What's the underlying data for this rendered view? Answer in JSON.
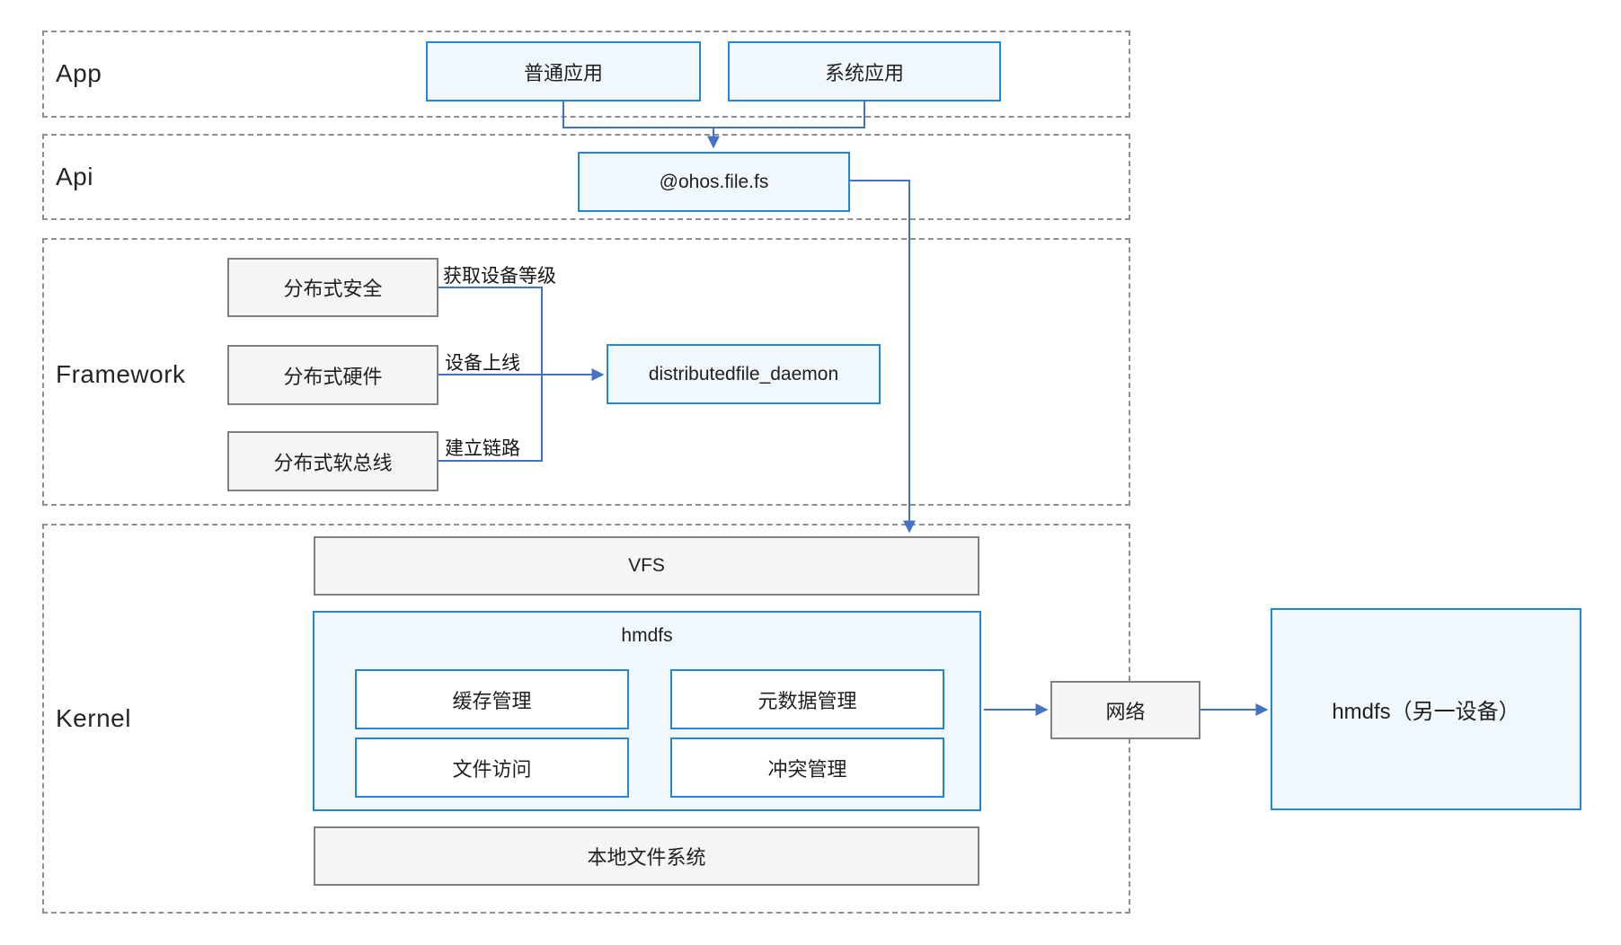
{
  "diagram": {
    "layers": {
      "app": "App",
      "api": "Api",
      "framework": "Framework",
      "kernel": "Kernel"
    },
    "nodes": {
      "ordinary_app": "普通应用",
      "system_app": "系统应用",
      "api_module": "@ohos.file.fs",
      "dist_security": "分布式安全",
      "dist_hardware": "分布式硬件",
      "dist_softbus": "分布式软总线",
      "daemon": "distributedfile_daemon",
      "vfs": "VFS",
      "hmdfs": "hmdfs",
      "cache_mgmt": "缓存管理",
      "meta_mgmt": "元数据管理",
      "file_access": "文件访问",
      "conflict_mgmt": "冲突管理",
      "local_fs": "本地文件系统",
      "network": "网络",
      "hmdfs_remote": "hmdfs（另一设备）"
    },
    "edge_labels": {
      "get_device_level": "获取设备等级",
      "device_online": "设备上线",
      "establish_link": "建立链路"
    },
    "colors": {
      "node_border_blue": "#2287d7",
      "node_fill_blue": "#f0f8fe",
      "node_border_gray": "#808080",
      "node_fill_gray": "#f5f5f5",
      "connector_blue": "#4472c4",
      "section_dash_gray": "#8f8f8f",
      "text": "#1f1f1f"
    }
  }
}
